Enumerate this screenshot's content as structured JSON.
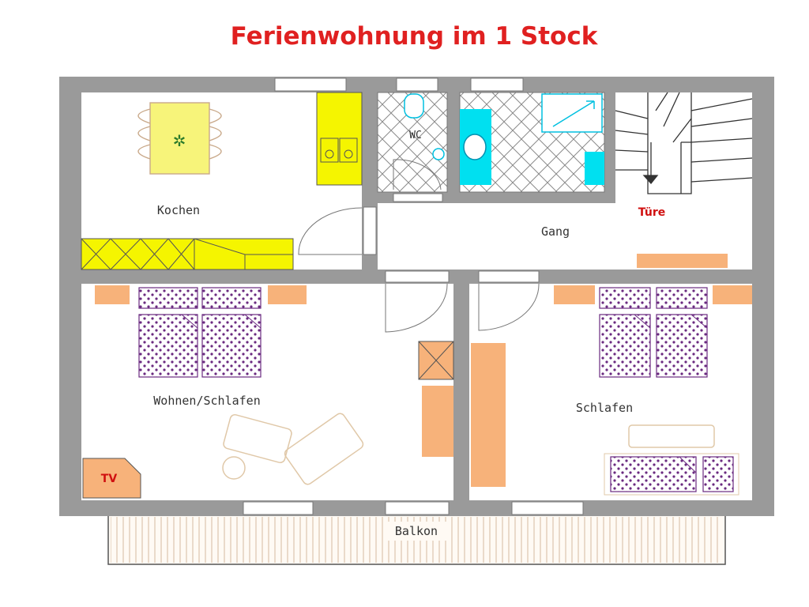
{
  "title": "Ferienwohnung im 1 Stock",
  "rooms": {
    "kitchen": "Kochen",
    "wc": "WC",
    "hallway": "Gang",
    "living_bedroom": "Wohnen/Schlafen",
    "bedroom": "Schlafen",
    "balcony": "Balkon"
  },
  "labels": {
    "door": "Türe",
    "tv": "TV"
  },
  "colors": {
    "title": "#e02020",
    "wall": "#9a9a9a",
    "kitchen": "#f5f500",
    "bath_fixture": "#00e0f0",
    "furniture": "#f7b27a",
    "bed_pattern": "#6a2a80",
    "door_label": "#d01010",
    "tv_label": "#d01010"
  }
}
